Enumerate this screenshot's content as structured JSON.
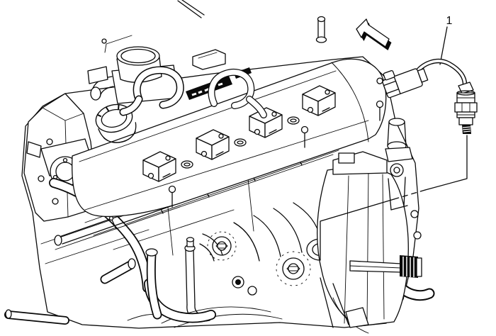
{
  "figure": {
    "kind": "engine-parts-line-illustration",
    "palette": {
      "ink": "#0a0a0a",
      "paper": "#ffffff"
    },
    "callout": {
      "label": "1"
    },
    "icons": {
      "direction_arrow": "front-direction-arrow-icon",
      "part": "oxygen-sensor-illustration"
    }
  }
}
